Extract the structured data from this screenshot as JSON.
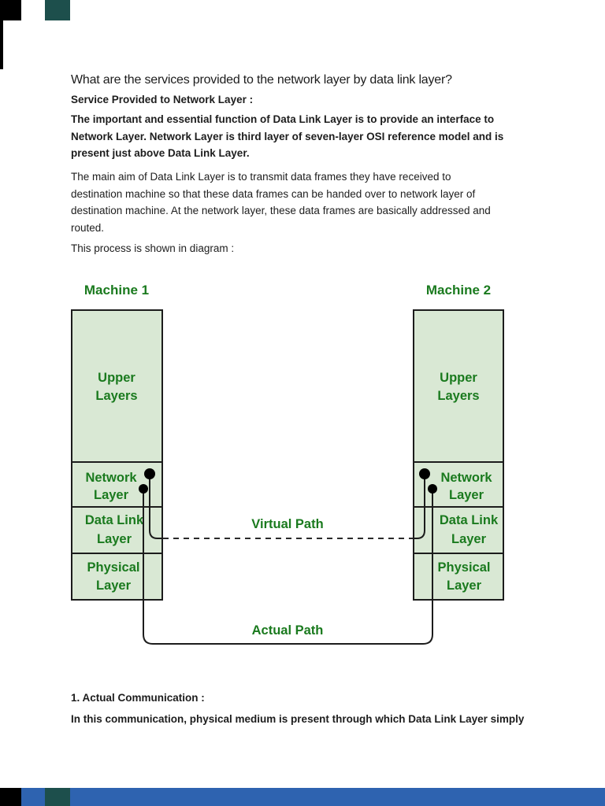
{
  "content": {
    "question_title": "What are the services provided to the network layer by data link layer?",
    "subheading": "Service Provided to Network Layer :",
    "bold_paragraph_lines": [
      "The important and essential function of Data Link Layer is to provide an interface to",
      "Network Layer. Network Layer is third layer of seven-layer OSI reference model and is",
      "present just above Data Link Layer."
    ],
    "paragraph_lines": [
      "The main aim of Data Link Layer is to transmit data frames they have received to",
      "destination machine so that these data frames can be handed over to network layer of",
      "destination machine. At the network layer, these data frames are basically addressed and",
      "routed."
    ],
    "diagram_caption": "This process is shown in diagram :",
    "section1_heading": "1. Actual Communication :",
    "section1_text": "In this communication, physical medium is present through which Data Link Layer simply"
  },
  "diagram": {
    "machine1_title": "Machine 1",
    "machine2_title": "Machine 2",
    "upper_line1": "Upper",
    "upper_line2": "Layers",
    "network_line1": "Network",
    "network_line2": "Layer",
    "datalink_line1": "Data Link",
    "datalink_line2": "Layer",
    "physical_line1": "Physical",
    "physical_line2": "Layer",
    "virtual_path_label": "Virtual Path",
    "actual_path_label": "Actual Path",
    "colors": {
      "box_fill": "#d9e8d4",
      "box_border": "#1c1c1c",
      "green_text": "#1a7a1e"
    }
  },
  "chrome": {
    "footer_bar_color": "#2e63b0",
    "teal_tile_color": "#1d4f4c",
    "corner_tile_color": "#000000"
  }
}
